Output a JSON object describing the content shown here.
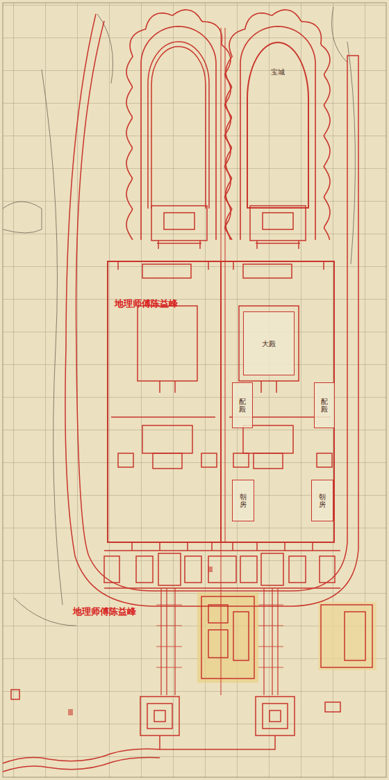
{
  "diagram": {
    "nodes": [
      {
        "text": [
          "宝城"
        ]
      },
      {
        "text": [
          "大殿"
        ]
      },
      {
        "text": [
          "配殿"
        ]
      },
      {
        "text": [
          "配殿"
        ]
      },
      {
        "text": [
          "朝房"
        ]
      },
      {
        "text": [
          "朝房"
        ]
      }
    ],
    "labels": [
      "地理师傅陈益峰",
      "地理师傅陈益峰"
    ]
  }
}
